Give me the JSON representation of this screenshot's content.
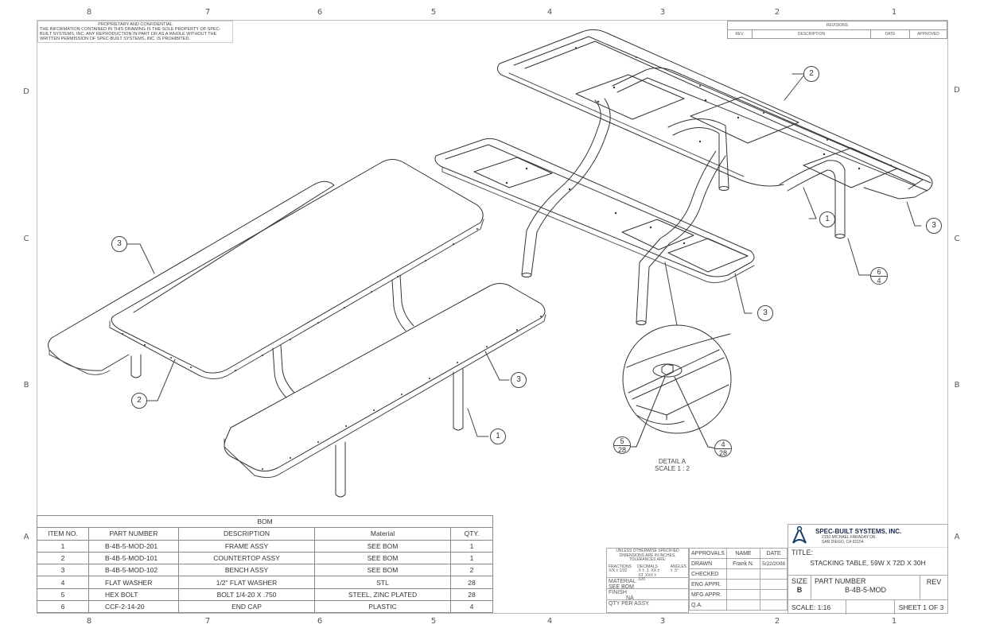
{
  "border": {
    "columns": [
      "8",
      "7",
      "6",
      "5",
      "4",
      "3",
      "2",
      "1"
    ],
    "rows": [
      "D",
      "C",
      "B",
      "A"
    ]
  },
  "proprietary": {
    "heading": "PROPRIETARY AND CONFIDENTIAL",
    "body": "THE INFORMATION CONTAINED IN THIS DRAWING IS THE SOLE PROPERTY OF SPEC-BUILT SYSTEMS, INC.  ANY REPRODUCTION IN PART OR AS A WHOLE WITHOUT THE WRITTEN PERMISSION OF SPEC-BUILT SYSTEMS, INC. IS PROHIBITED."
  },
  "revisions": {
    "title": "REVISIONS",
    "headers": [
      "REV.",
      "DESCRIPTION",
      "DATE",
      "APPROVED"
    ]
  },
  "callouts": {
    "c_top_2": "2",
    "c_top_1": "1",
    "c_top_3": "3",
    "c_top_6_4_top": "6",
    "c_top_6_4_bot": "4",
    "c_mid_3": "3",
    "c_left_3": "3",
    "c_left_2": "2",
    "c_right_3": "3",
    "c_right_1": "1",
    "detail_5_28_top": "5",
    "detail_5_28_bot": "28",
    "detail_4_28_top": "4",
    "detail_4_28_bot": "28"
  },
  "detail": {
    "label": "DETAIL A",
    "scale": "SCALE 1 : 2"
  },
  "bom": {
    "title": "BOM",
    "headers": [
      "ITEM NO.",
      "PART NUMBER",
      "DESCRIPTION",
      "Material",
      "QTY."
    ],
    "rows": [
      {
        "item": "1",
        "part": "B-4B-5-MOD-201",
        "desc": "FRAME ASSY",
        "material": "SEE BOM",
        "qty": "1"
      },
      {
        "item": "2",
        "part": "B-4B-5-MOD-101",
        "desc": "COUNTERTOP ASSY",
        "material": "SEE BOM",
        "qty": "1"
      },
      {
        "item": "3",
        "part": "B-4B-5-MOD-102",
        "desc": "BENCH ASSY",
        "material": "SEE BOM",
        "qty": "2"
      },
      {
        "item": "4",
        "part": "FLAT WASHER",
        "desc": "1/2\" FLAT WASHER",
        "material": "STL",
        "qty": "28"
      },
      {
        "item": "5",
        "part": "HEX BOLT",
        "desc": "BOLT 1/4-20 X .750",
        "material": "STEEL, ZINC PLATED",
        "qty": "28"
      },
      {
        "item": "6",
        "part": "CCF-2-14-20",
        "desc": "END CAP",
        "material": "PLASTIC",
        "qty": "4"
      }
    ]
  },
  "tolerances": {
    "header": "UNLESS OTHERWISE SPECIFIED DIMENSIONS ARE IN INCHES.  TOLERANCES ARE:",
    "fractions_label": "FRACTIONS",
    "fractions_value": "X/X ± 1/32",
    "decimals_label": "DECIMALS",
    "decimals_values": ".X  ± .1   .XX ± .03   .XXX ± .020",
    "angles_label": "ANGLES",
    "angles_value": "± .5°",
    "material_label": "MATERIAL",
    "material_value": "SEE BOM",
    "finish_label": "FINISH",
    "finish_value": "NA",
    "qty_label": "QTY PER ASSY."
  },
  "approvals": {
    "headers": [
      "APPROVALS",
      "NAME",
      "DATE"
    ],
    "rows": [
      {
        "role": "DRAWN",
        "name": "Frank N.",
        "date": "5/22/2008"
      },
      {
        "role": "CHECKED",
        "name": "",
        "date": ""
      },
      {
        "role": "ENG APPR.",
        "name": "",
        "date": ""
      },
      {
        "role": "MFG APPR.",
        "name": "",
        "date": ""
      },
      {
        "role": "Q.A.",
        "name": "",
        "date": ""
      }
    ]
  },
  "titleblock": {
    "company": "SPEC-BUILT SYSTEMS, INC.",
    "address1": "2150 MICHAEL FARADAY DR.",
    "address2": "SAN DIEGO, CA 92154",
    "title_label": "TITLE:",
    "title": "STACKING TABLE, 59W X 72D X 30H",
    "size_label": "SIZE",
    "size": "B",
    "part_label": "PART NUMBER",
    "part_number": "B-4B-5-MOD",
    "rev_label": "REV",
    "rev": "",
    "scale": "SCALE: 1:16",
    "sheet": "SHEET 1 OF 3"
  }
}
